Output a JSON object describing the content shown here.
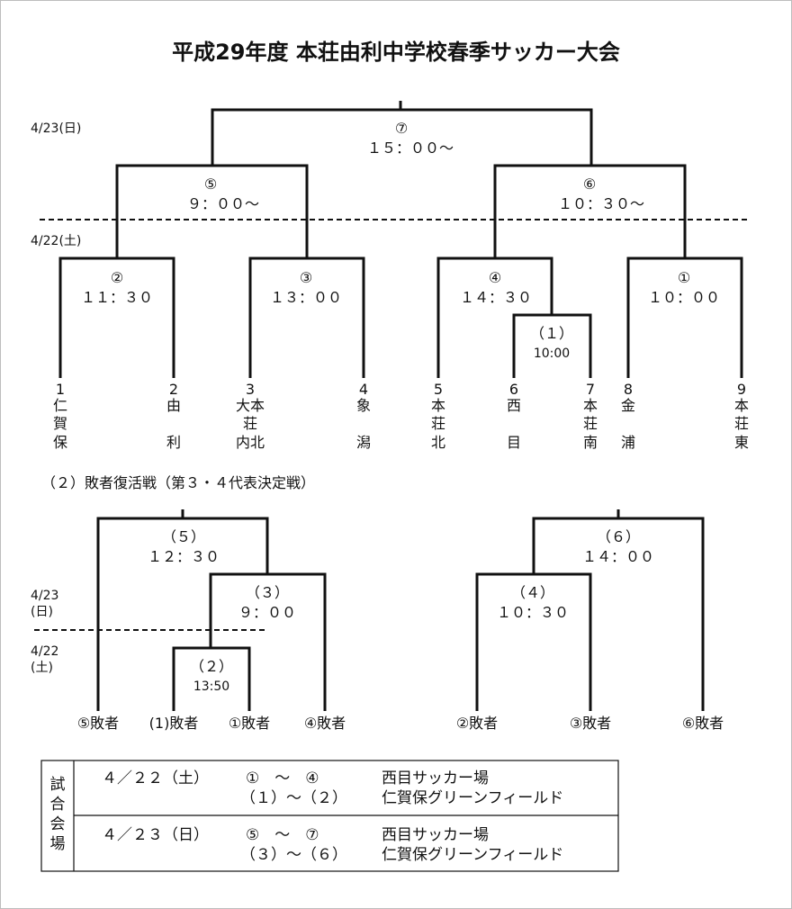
{
  "title": "平成29年度 本荘由利中学校春季サッカー大会",
  "dates": {
    "d423": "4/23(日)",
    "d422": "4/22(土)",
    "d423_cons_line1": "4/23",
    "d423_cons_line2": "(日)",
    "d422_cons_line1": "4/22",
    "d422_cons_line2": "(土)"
  },
  "matches": {
    "m7": {
      "num": "⑦",
      "time": "１５：００～"
    },
    "m5": {
      "num": "⑤",
      "time": "９：００～"
    },
    "m6": {
      "num": "⑥",
      "time": "１０：３０～"
    },
    "m2": {
      "num": "②",
      "time": "１１：３０"
    },
    "m3": {
      "num": "③",
      "time": "１３：００"
    },
    "m4": {
      "num": "④",
      "time": "１４：３０"
    },
    "m1": {
      "num": "①",
      "time": "１０：００"
    },
    "p1": {
      "num": "（１）",
      "time": "10:00"
    }
  },
  "teams": [
    {
      "no": "1",
      "c1": "仁",
      "c2": "賀",
      "c3": "保"
    },
    {
      "no": "2",
      "c1": "由",
      "c2": "",
      "c3": "利"
    },
    {
      "no": "3",
      "c1": "大本",
      "c2": "荘",
      "c3": "内北"
    },
    {
      "no": "4",
      "c1": "象",
      "c2": "",
      "c3": "潟"
    },
    {
      "no": "5",
      "c1": "本",
      "c2": "荘",
      "c3": "北"
    },
    {
      "no": "6",
      "c1": "西",
      "c2": "",
      "c3": "目"
    },
    {
      "no": "7",
      "c1": "本",
      "c2": "荘",
      "c3": "南"
    },
    {
      "no": "8",
      "c1": "金",
      "c2": "",
      "c3": "浦"
    },
    {
      "no": "9",
      "c1": "本",
      "c2": "荘",
      "c3": "東"
    }
  ],
  "consolation": {
    "title": "（２）敗者復活戦（第３・４代表決定戦）",
    "c5": {
      "num": "（５）",
      "time": "１２：３０"
    },
    "c3": {
      "num": "（３）",
      "time": "９：００"
    },
    "c2": {
      "num": "（２）",
      "time": "13:50"
    },
    "c6": {
      "num": "（６）",
      "time": "１４：００"
    },
    "c4": {
      "num": "（４）",
      "time": "１０：３０"
    },
    "losers": [
      "⑤敗者",
      "(1)敗者",
      "①敗者",
      "④敗者",
      "②敗者",
      "③敗者",
      "⑥敗者"
    ]
  },
  "venue": {
    "header": [
      "試",
      "合",
      "会",
      "場"
    ],
    "rows": [
      {
        "date": "４／２２（土）",
        "m_a": "①　～　④",
        "v_a": "西目サッカー場",
        "m_b": "（１）～（２）",
        "v_b": "仁賀保グリーンフィールド"
      },
      {
        "date": "４／２３（日）",
        "m_a": "⑤　～　⑦",
        "v_a": "西目サッカー場",
        "m_b": "（３）～（６）",
        "v_b": "仁賀保グリーンフィールド"
      }
    ]
  }
}
